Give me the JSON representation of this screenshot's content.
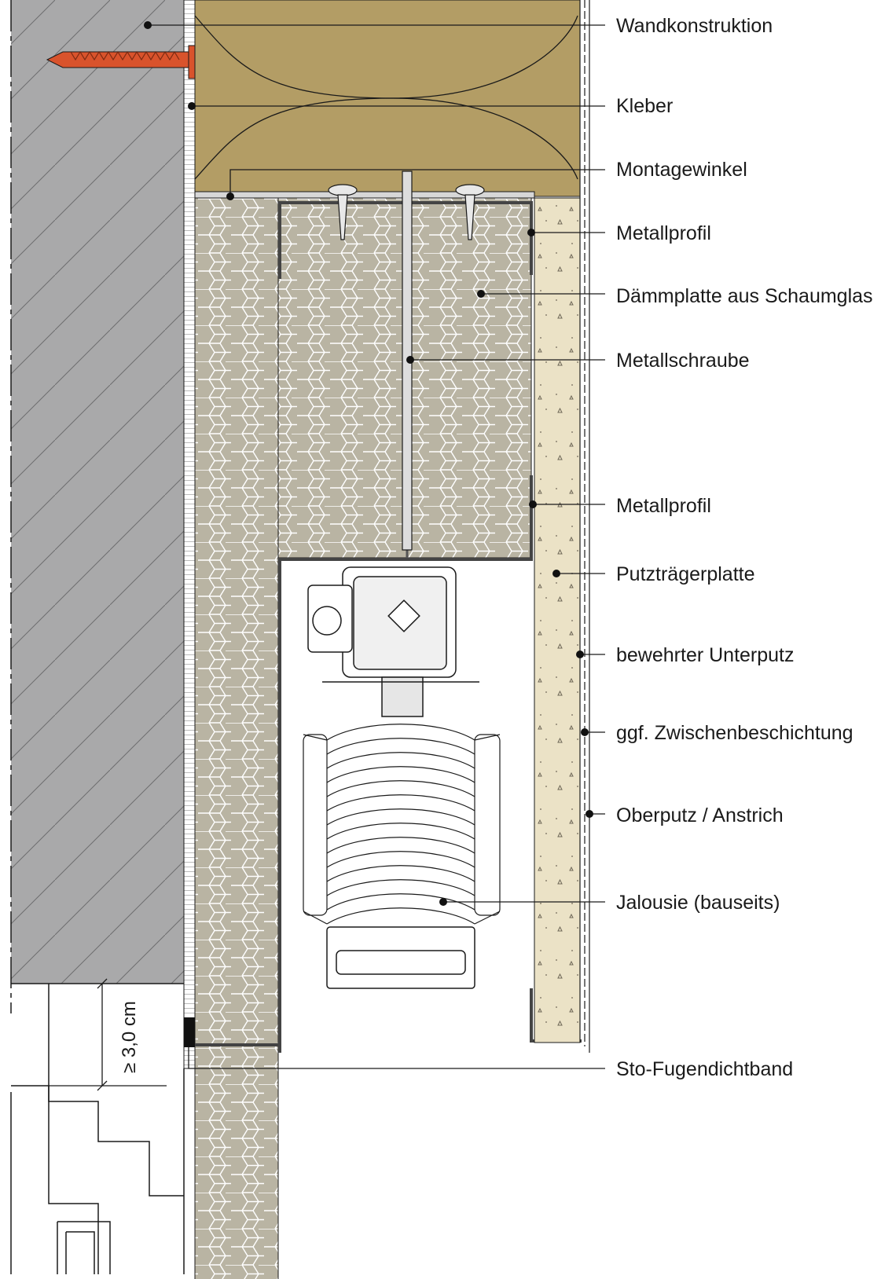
{
  "labels": {
    "wandkonstruktion": "Wandkonstruktion",
    "kleber": "Kleber",
    "montagewinkel": "Montagewinkel",
    "metallprofil_top": "Metallprofil",
    "daemmplatte": "Dämmplatte aus Schaumglas",
    "metallschraube": "Metallschraube",
    "metallprofil_mid": "Metallprofil",
    "putztraegerplatte": "Putzträgerplatte",
    "unterputz": "bewehrter Unterputz",
    "zwischenbeschichtung": "ggf. Zwischenbeschichtung",
    "oberputz": "Oberputz / Anstrich",
    "jalousie": "Jalousie (bauseits)",
    "fugendichtband": "Sto-Fugendichtband"
  },
  "dimension": {
    "text": "≥ 3,0 cm"
  },
  "colors": {
    "wall": "#a9a9aa",
    "insulation": "#b39d65",
    "foamglass": "#b9b4a3",
    "plaster_board": "#ebe2c6",
    "dowel": "#d9532c",
    "sealing_tape": "#111111",
    "line": "#1a1a1a"
  }
}
